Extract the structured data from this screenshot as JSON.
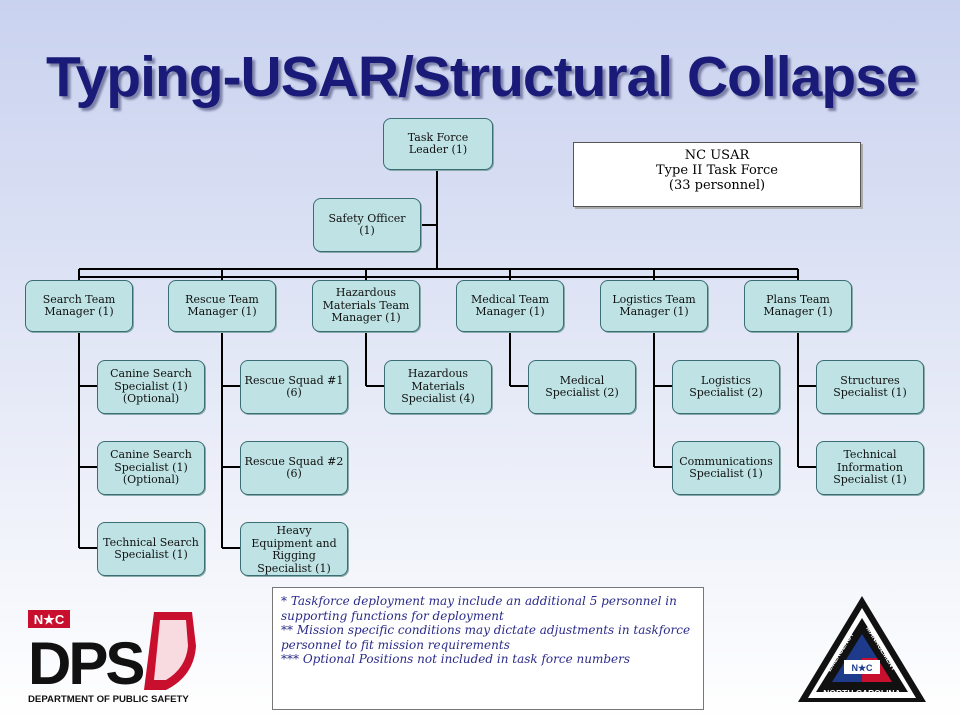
{
  "title": "Typing-USAR/Structural Collapse",
  "legend": {
    "line1": "NC USAR",
    "line2": "Type II Task Force",
    "line3": "(33 personnel)"
  },
  "org": {
    "leader": "Task Force\nLeader (1)",
    "safety": "Safety Officer\n(1)",
    "managers": [
      "Search Team\nManager (1)",
      "Rescue Team\nManager (1)",
      "Hazardous\nMaterials Team\nManager (1)",
      "Medical Team\nManager (1)",
      "Logistics Team\nManager (1)",
      "Plans Team\nManager (1)"
    ],
    "search": [
      "Canine Search\nSpecialist (1)\n(Optional)",
      "Canine Search\nSpecialist (1)\n(Optional)",
      "Technical Search\nSpecialist (1)"
    ],
    "rescue": [
      "Rescue Squad #1\n(6)",
      "Rescue Squad #2\n(6)",
      "Heavy\nEquipment and\nRigging\nSpecialist (1)"
    ],
    "hazmat": [
      "Hazardous\nMaterials\nSpecialist (4)"
    ],
    "medical": [
      "Medical\nSpecialist (2)"
    ],
    "logistics": [
      "Logistics\nSpecialist (2)",
      "Communications\nSpecialist (1)"
    ],
    "plans": [
      "Structures\nSpecialist (1)",
      "Technical\nInformation\nSpecialist (1)"
    ]
  },
  "notes": [
    "* Taskforce deployment may include an additional 5 personnel in supporting functions for deployment",
    "** Mission specific conditions may dictate adjustments in taskforce personnel to fit mission requirements",
    "*** Optional Positions not included in task force numbers"
  ],
  "logos": {
    "dps_badge": "N★C",
    "dps_letters": "DPS",
    "dps_name": "DEPARTMENT OF PUBLIC SAFETY",
    "em_left": "EMERGENCY",
    "em_right": "MANAGEMENT",
    "em_badge": "N★C",
    "em_bottom": "NORTH CAROLINA"
  },
  "colors": {
    "title": "#1a1a78",
    "box_fill": "#bfe3e4",
    "box_border": "#3a6d74",
    "note_text": "#2b2b8a",
    "dps_red": "#c8102e"
  }
}
